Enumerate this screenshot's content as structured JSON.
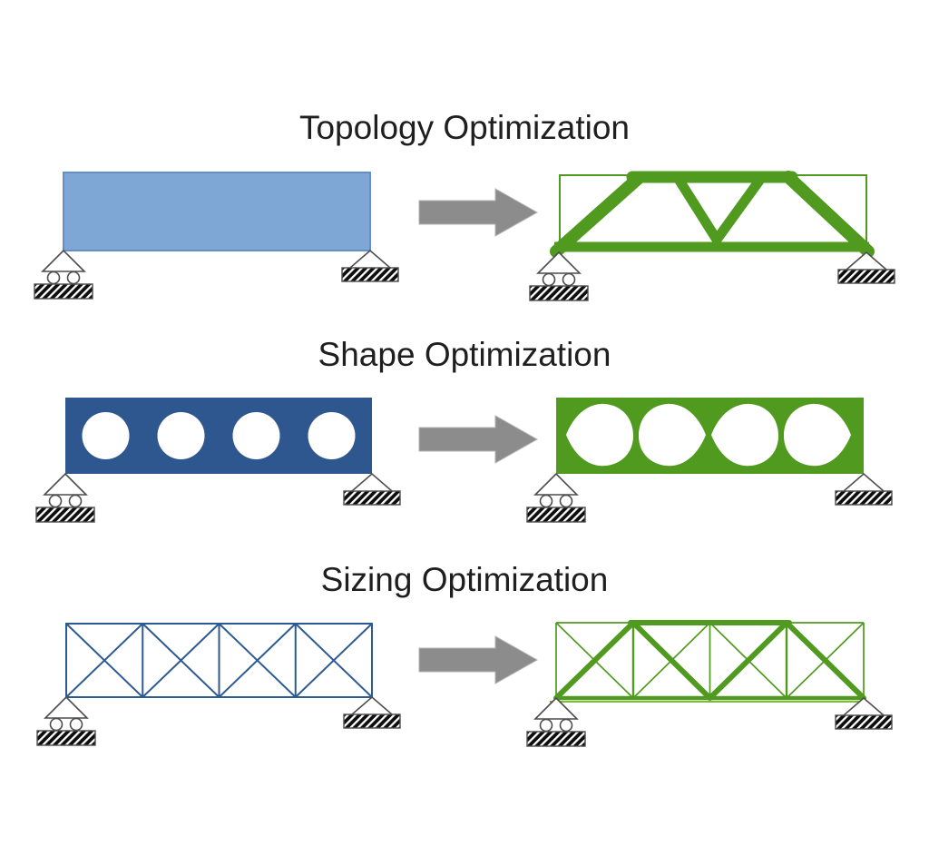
{
  "page": {
    "background": "#ffffff"
  },
  "colors": {
    "light_blue": "#7fa7d6",
    "light_blue_edge": "#6590c5",
    "dark_blue": "#2f578f",
    "truss_blue": "#2e5a94",
    "green": "#509a20",
    "green_light": "#7fba3c",
    "arrow_gray": "#8c8c8c",
    "support_gray": "#4d4d4d",
    "hatch_black": "#0d0d0d",
    "title_text": "#1f1f1f"
  },
  "arrow_icon": "right-block-arrow",
  "supports": {
    "left": "roller-support",
    "right": "pinned-support"
  },
  "rows": [
    {
      "title": "Topology Optimization",
      "before": "solid-rectangular-design-domain",
      "after": "topology-optimized-truss-structure"
    },
    {
      "title": "Shape Optimization",
      "before": "beam-with-four-circular-holes",
      "after": "beam-with-shape-optimized-holes"
    },
    {
      "title": "Sizing Optimization",
      "before": "truss-with-uniform-member-sizes",
      "after": "truss-with-size-optimized-members"
    }
  ]
}
